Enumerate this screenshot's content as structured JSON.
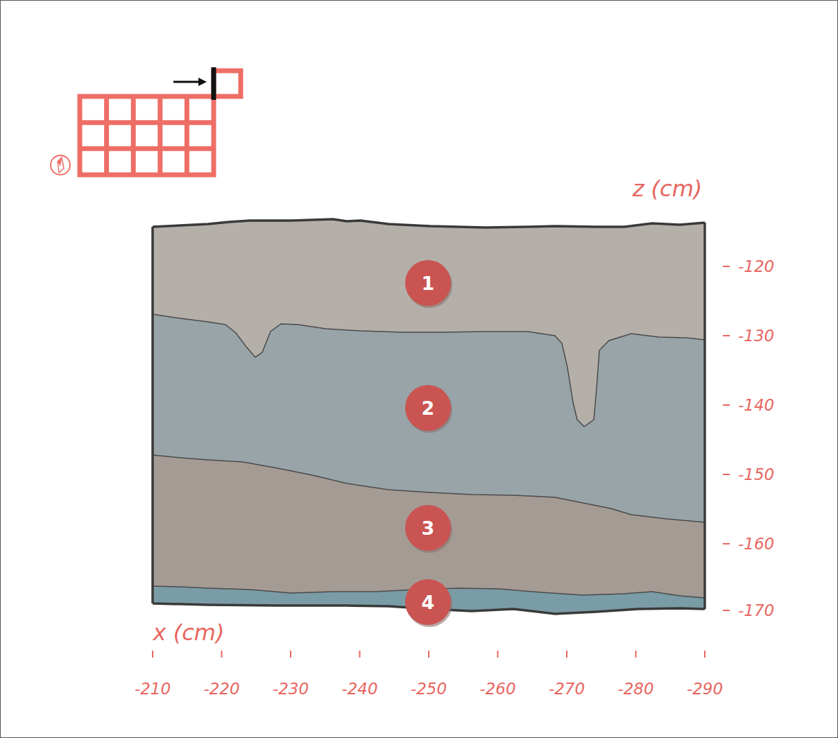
{
  "diagram": {
    "nodes": [
      {
        "text": [
          "1"
        ]
      },
      {
        "text": [
          "2"
        ]
      },
      {
        "text": [
          "3"
        ]
      },
      {
        "text": [
          "4"
        ]
      }
    ],
    "labels": [
      "z (cm)",
      "-120",
      "-130",
      "-140",
      "-150",
      "-160",
      "-170",
      "x (cm)",
      "-210",
      "-220",
      "-230",
      "-240",
      "-250",
      "-260",
      "-270",
      "-280",
      "-290"
    ]
  }
}
